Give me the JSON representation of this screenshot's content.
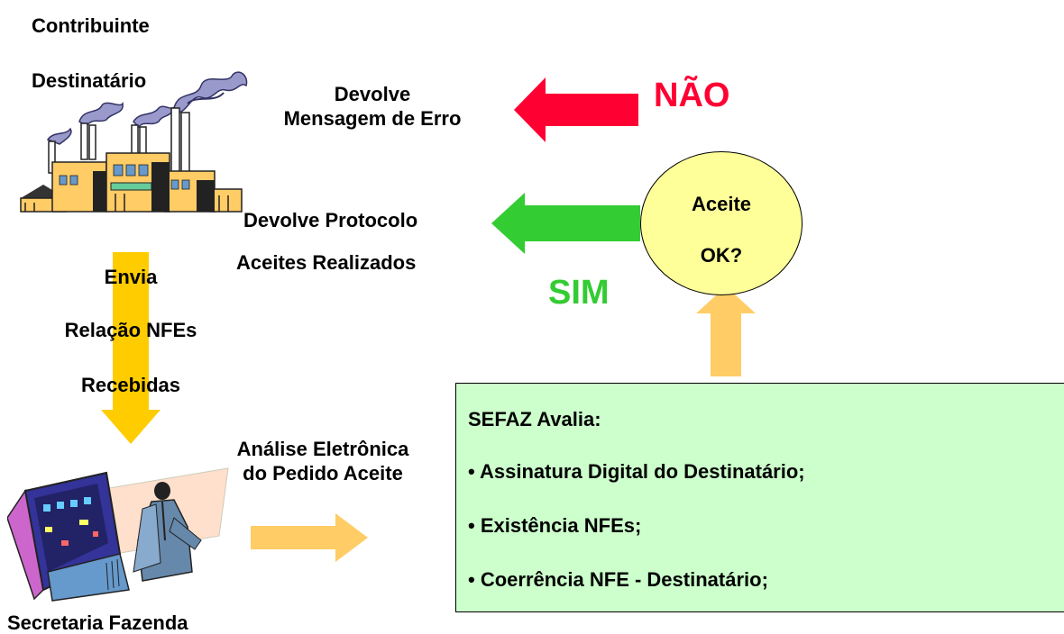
{
  "labels": {
    "contribuinte": "Contribuinte",
    "destinatario": "Destinatário",
    "devolve_erro_1": "Devolve",
    "devolve_erro_2": "Mensagem de Erro",
    "nao": "NÃO",
    "aceite": "Aceite",
    "ok": "OK?",
    "devolve_protocolo": "Devolve Protocolo",
    "aceites_realizados": "Aceites Realizados",
    "sim": "SIM",
    "envia": "Envia",
    "relacao_nfes": "Relação NFEs",
    "recebidas": "Recebidas",
    "analise_1": "Análise Eletrônica",
    "analise_2": "do Pedido Aceite",
    "secretaria": "Secretaria Fazenda"
  },
  "sefaz_box": {
    "title": "SEFAZ Avalia:",
    "items": [
      "• Assinatura Digital do Destinatário;",
      "• Existência NFEs;",
      "• Coerrência NFE - Destinatário;"
    ]
  },
  "colors": {
    "red_arrow": "#ff0033",
    "green_arrow": "#33cc33",
    "light_orange_arrow": "#ffcc66",
    "yellow_arrow": "#ffcc00",
    "nao_text": "#ff0033",
    "sim_text": "#33cc33",
    "box_fill": "#ccffcc",
    "oval_fill": "#ffff99"
  }
}
